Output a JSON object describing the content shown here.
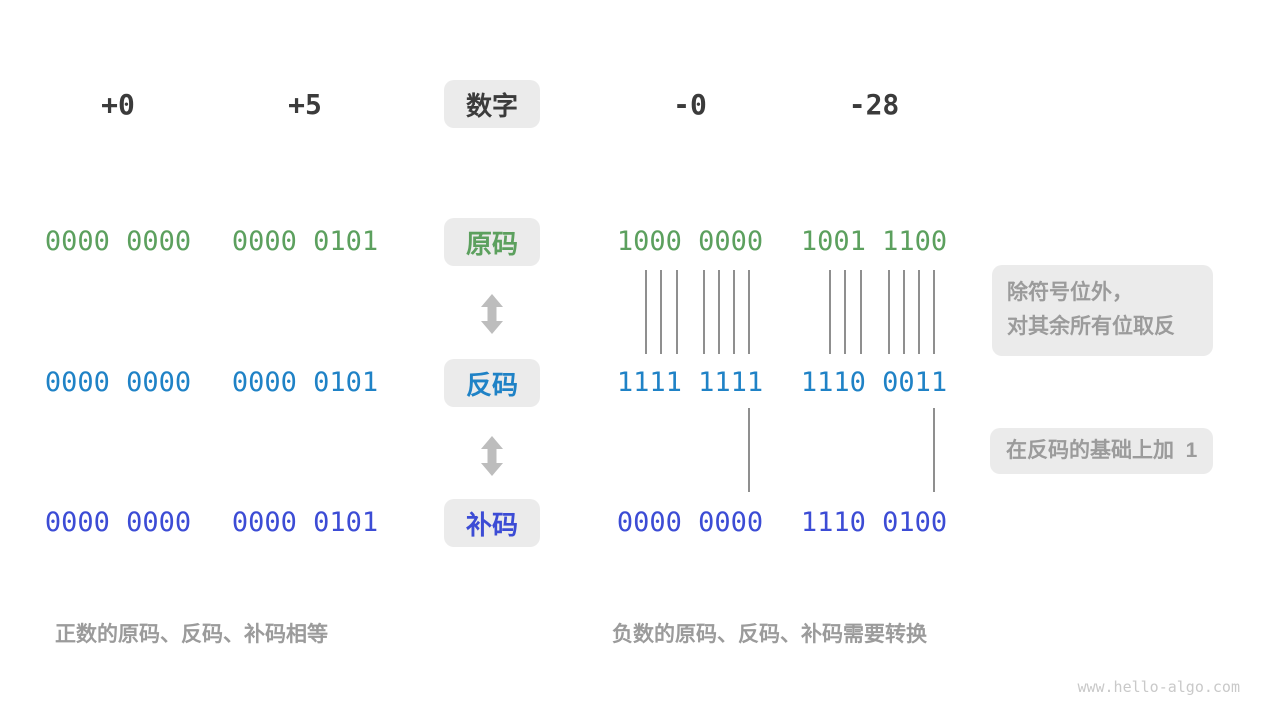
{
  "palette": {
    "number_dark": "#3b3b3b",
    "sign_magnitude_green": "#5ca05e",
    "ones_complement_blue": "#1f82c6",
    "twos_complement_indigo": "#3c4cd5",
    "note_gray": "#9b9b9b",
    "box_background": "#ebebeb",
    "arrow_gray": "#bdbdbd"
  },
  "header": {
    "label": "数字",
    "columns": [
      "+0",
      "+5",
      "-0",
      "-28"
    ]
  },
  "rows": [
    {
      "label": "原码",
      "values": [
        "0000 0000",
        "0000 0101",
        "1000 0000",
        "1001 1100"
      ]
    },
    {
      "label": "反码",
      "values": [
        "0000 0000",
        "0000 0101",
        "1111 1111",
        "1110 0011"
      ]
    },
    {
      "label": "补码",
      "values": [
        "0000 0000",
        "0000 0101",
        "0000 0000",
        "1110 0100"
      ]
    }
  ],
  "annotations": {
    "invert_note": {
      "line1": "除符号位外，",
      "line2": "对其余所有位取反"
    },
    "add_one_note": "在反码的基础上加  1"
  },
  "captions": {
    "positive": "正数的原码、反码、补码相等",
    "negative": "负数的原码、反码、补码需要转换"
  },
  "watermark": "www.hello-algo.com"
}
